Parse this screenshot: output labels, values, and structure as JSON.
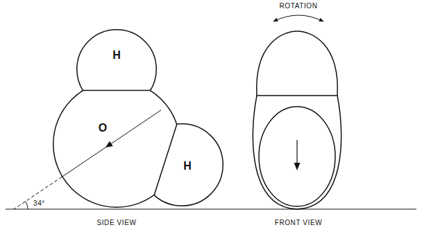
{
  "diagram": {
    "nodes": [
      {
        "text": [
          "H"
        ]
      },
      {
        "text": [
          "O"
        ]
      },
      {
        "text": [
          "H"
        ]
      }
    ],
    "labels": [
      "ROTATION",
      "34°",
      "SIDE VIEW",
      "FRONT VIEW"
    ]
  }
}
